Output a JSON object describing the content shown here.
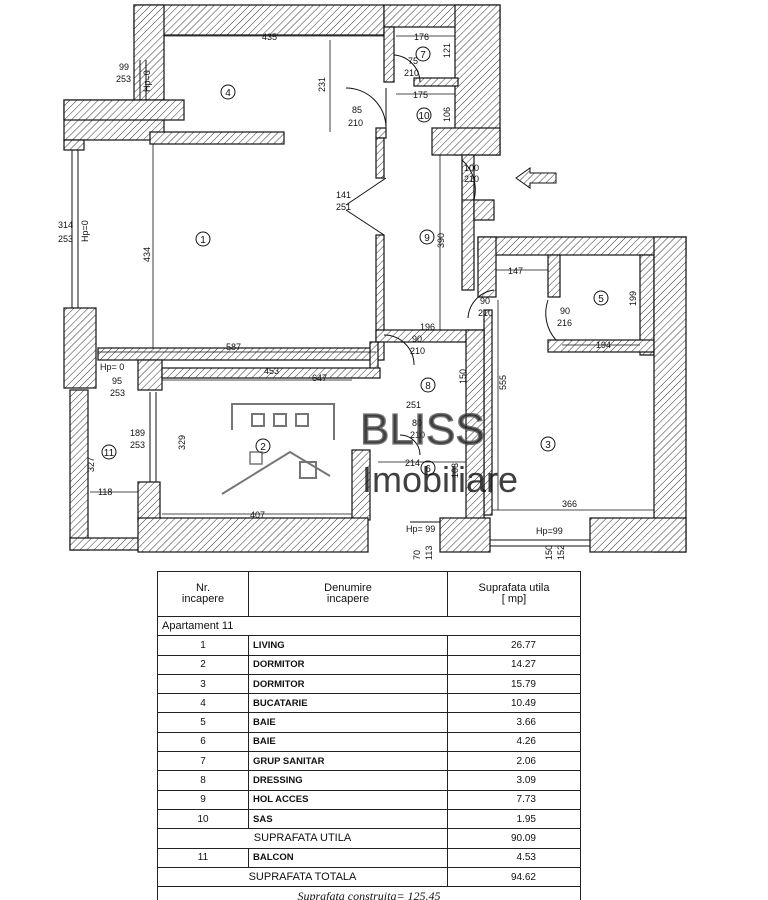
{
  "watermark": {
    "line1": "BLISS",
    "line2": "Imobiliare"
  },
  "rooms": [
    {
      "num": "1"
    },
    {
      "num": "2"
    },
    {
      "num": "3"
    },
    {
      "num": "4"
    },
    {
      "num": "5"
    },
    {
      "num": "6"
    },
    {
      "num": "7"
    },
    {
      "num": "8"
    },
    {
      "num": "9"
    },
    {
      "num": "10"
    },
    {
      "num": "11"
    }
  ],
  "dims": {
    "d435": "435",
    "d176": "176",
    "d121": "121",
    "d99": "99",
    "d253a": "253",
    "hp0a": "Hp=0",
    "d75": "75",
    "d210a": "210",
    "d231": "231",
    "d175": "175",
    "d106": "106",
    "d85": "85",
    "d210b": "210",
    "d100": "100",
    "d210c": "210",
    "d141": "141",
    "d251a": "251",
    "d314": "314",
    "d253b": "253",
    "hp0b": "Hp=0",
    "d434": "434",
    "d390": "390",
    "d147": "147",
    "d199": "199",
    "d90a": "90",
    "d210d": "210",
    "d90b": "90",
    "d216": "216",
    "d194": "194",
    "d196": "196",
    "d90c": "90",
    "d210e": "210",
    "d587": "587",
    "hp0c": "Hp= 0",
    "d453": "453",
    "d647": "647",
    "d95": "95",
    "d253c": "253",
    "d150a": "150",
    "d555": "555",
    "d251b": "251",
    "d80": "80",
    "d210f": "210",
    "d189": "189",
    "d253d": "253",
    "d329": "329",
    "d327": "327",
    "d214": "214",
    "d103": "103",
    "d366": "366",
    "d118": "118",
    "d407": "407",
    "hp99a": "Hp= 99",
    "hp99b": "Hp=99",
    "d70": "70",
    "d113": "113",
    "d150b": "150",
    "d152": "152"
  },
  "table": {
    "headers": {
      "nr": "Nr.\nincapere",
      "name": "Denumire\nincapere",
      "area": "Suprafata utila\n[ mp]"
    },
    "apartment": "Apartament 11",
    "rows": [
      {
        "nr": "1",
        "name": "LIVING",
        "area": "26.77"
      },
      {
        "nr": "2",
        "name": "DORMITOR",
        "area": "14.27"
      },
      {
        "nr": "3",
        "name": "DORMITOR",
        "area": "15.79"
      },
      {
        "nr": "4",
        "name": "BUCATARIE",
        "area": "10.49"
      },
      {
        "nr": "5",
        "name": "BAIE",
        "area": "3.66"
      },
      {
        "nr": "6",
        "name": "BAIE",
        "area": "4.26"
      },
      {
        "nr": "7",
        "name": "GRUP SANITAR",
        "area": "2.06"
      },
      {
        "nr": "8",
        "name": "DRESSING",
        "area": "3.09"
      },
      {
        "nr": "9",
        "name": "HOL ACCES",
        "area": "7.73"
      },
      {
        "nr": "10",
        "name": "SAS",
        "area": "1.95"
      }
    ],
    "useful_label": "SUPRAFATA UTILA",
    "useful_value": "90.09",
    "balcony": {
      "nr": "11",
      "name": "BALCON",
      "area": "4.53"
    },
    "total_label": "SUPRAFATA TOTALA",
    "total_value": "94.62",
    "built": "Suprafata  construita=  125.45"
  }
}
